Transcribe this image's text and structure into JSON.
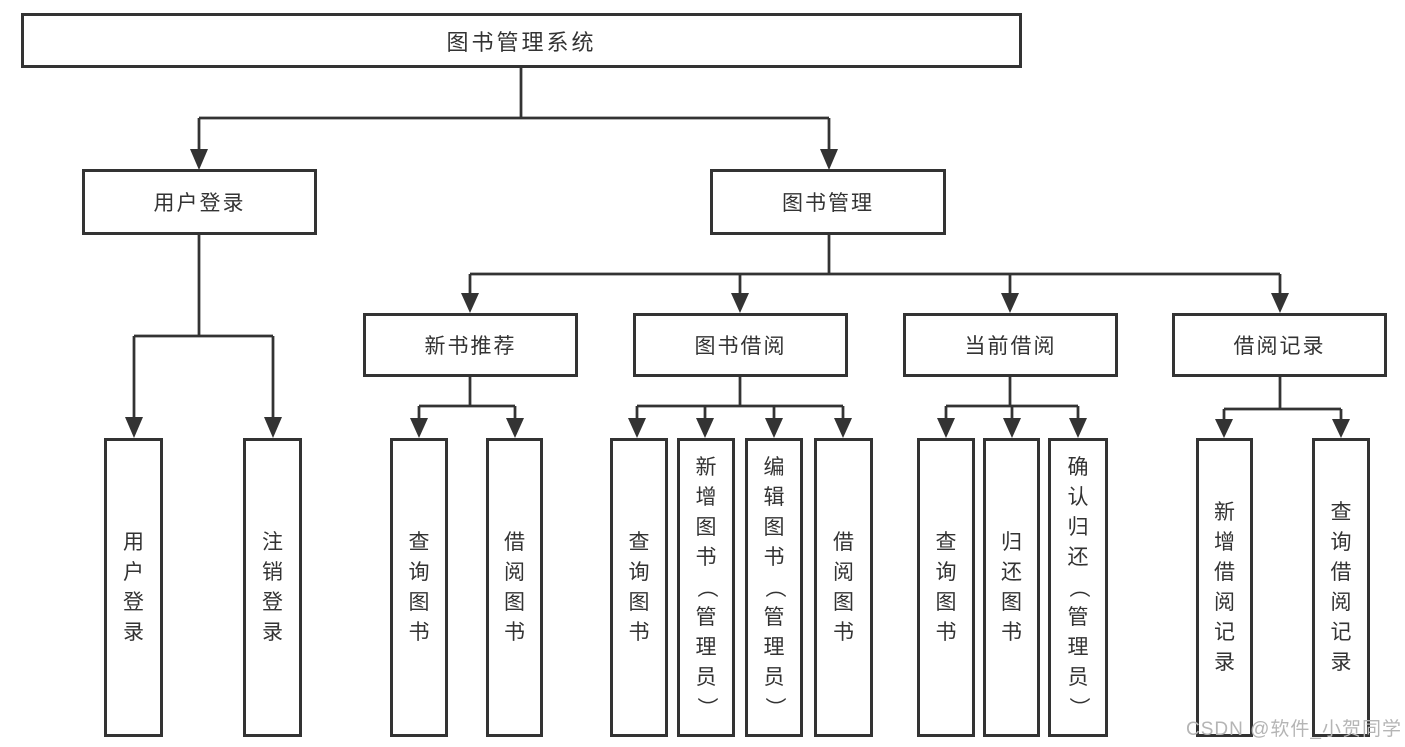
{
  "nodes": {
    "root": "图书管理系统",
    "user_login": "用户登录",
    "book_management": "图书管理",
    "new_book_recommend": "新书推荐",
    "book_borrowing": "图书借阅",
    "current_borrowing": "当前借阅",
    "borrowing_records": "借阅记录",
    "leaf_user_login": "用户登录",
    "leaf_logout": "注销登录",
    "leaf_nb_query_books": "查询图书",
    "leaf_nb_borrow_books": "借阅图书",
    "leaf_bb_query_books": "查询图书",
    "leaf_bb_add_books_admin": "新增图书（管理员）",
    "leaf_bb_edit_books_admin": "编辑图书（管理员）",
    "leaf_bb_borrow_books": "借阅图书",
    "leaf_cb_query_books": "查询图书",
    "leaf_cb_return_books": "归还图书",
    "leaf_cb_confirm_return_admin": "确认归还（管理员）",
    "leaf_br_add_record": "新增借阅记录",
    "leaf_br_query_record": "查询借阅记录"
  },
  "watermark": "CSDN @软件_小贺同学",
  "colors": {
    "line": "#333333",
    "text": "#333333",
    "bg": "#ffffff",
    "watermark": "#b5b5b5"
  }
}
